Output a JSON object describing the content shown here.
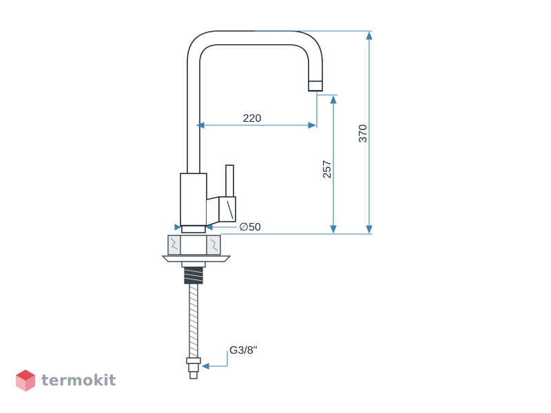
{
  "dimensions": {
    "height_total": "370",
    "spout_height": "257",
    "spout_reach": "220",
    "base_diameter": "∅50",
    "connection": "G3/8\""
  },
  "brand": {
    "name": "termokit",
    "color": "#9aa1a8",
    "accent": "#e24a5a"
  },
  "colors": {
    "outline": "#1e2b36",
    "dimension": "#3d86a8"
  }
}
